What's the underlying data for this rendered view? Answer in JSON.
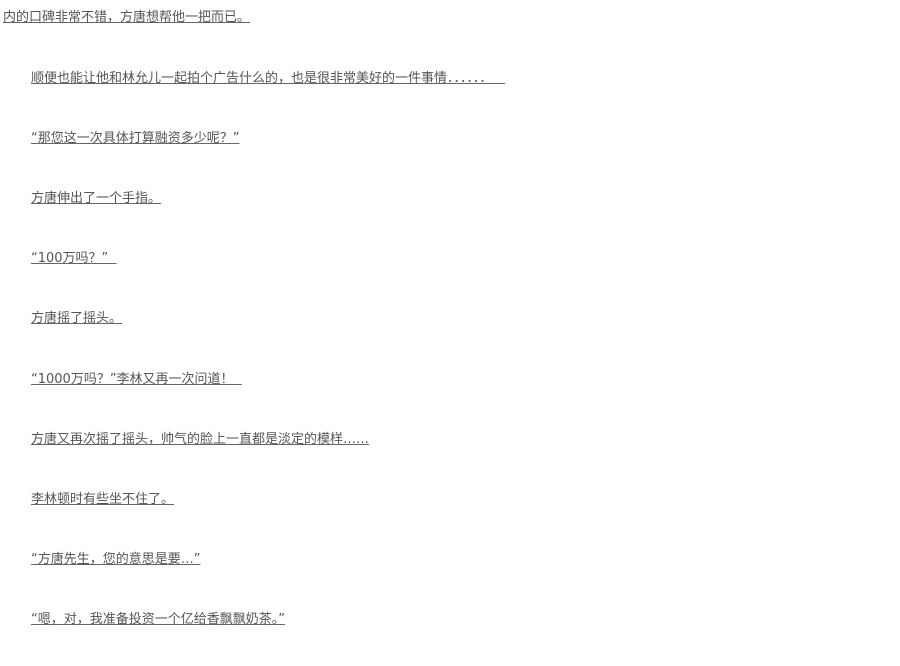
{
  "paragraphs": [
    "内的口碑非常不错，方唐想帮他一把而已。",
    "顺便也能让他和林允儿一起拍个广告什么的，也是很非常美好的一件事情．．．．．．   ",
    "“那您这一次具体打算融资多少呢？”",
    "方唐伸出了一个手指。",
    "“100万吗？”  ",
    "方唐摇了摇头。",
    "“1000万吗？”李林又再一次问道！  ",
    "方唐又再次摇了摇头，帅气的脸上一直都是淡定的模样……",
    "李林顿时有些坐不住了。",
    "“方唐先生，您的意思是要…”",
    "“嗯，对，我准备投资一个亿给香飘飘奶茶。”"
  ]
}
